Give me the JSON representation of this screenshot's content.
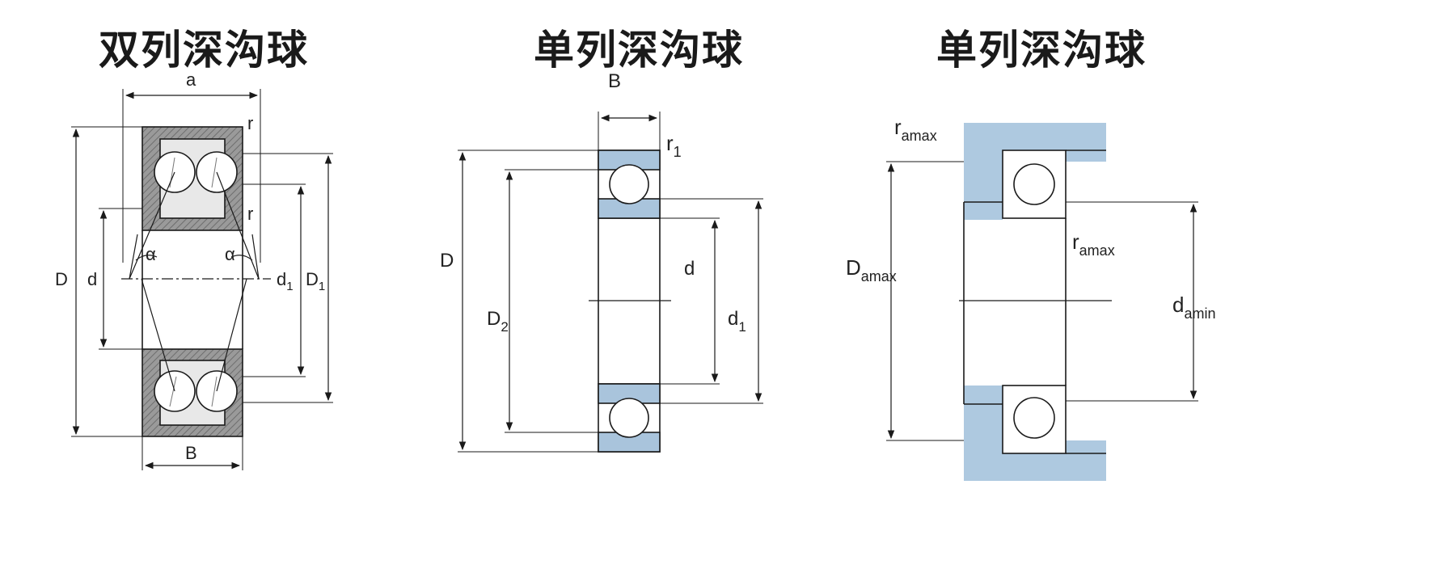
{
  "titles": {
    "left": "双列深沟球",
    "middle": "单列深沟球",
    "right": "单列深沟球"
  },
  "labels_left": {
    "a": "a",
    "r_top": "r",
    "r_mid": "r",
    "alpha_left": "α",
    "alpha_right": "α",
    "D": "D",
    "d": "d",
    "d1_main": "d",
    "d1_sub": "1",
    "D1_main": "D",
    "D1_sub": "1",
    "B": "B"
  },
  "labels_middle": {
    "B": "B",
    "r1_main": "r",
    "r1_sub": "1",
    "D": "D",
    "d": "d",
    "D2_main": "D",
    "D2_sub": "2",
    "d1_main": "d",
    "d1_sub": "1"
  },
  "labels_right": {
    "ramax_top_main": "r",
    "ramax_top_sub": "amax",
    "ramax_mid_main": "r",
    "ramax_mid_sub": "amax",
    "Damax_main": "D",
    "Damax_sub": "amax",
    "damin_main": "d",
    "damin_sub": "amin"
  },
  "colors": {
    "outline": "#1a1a1a",
    "ring_gray": "#8a8a8a",
    "ring_hatch": "#c8c8c8",
    "seal_blue": "#a9c4dc",
    "housing_blue": "#aec9e0"
  }
}
